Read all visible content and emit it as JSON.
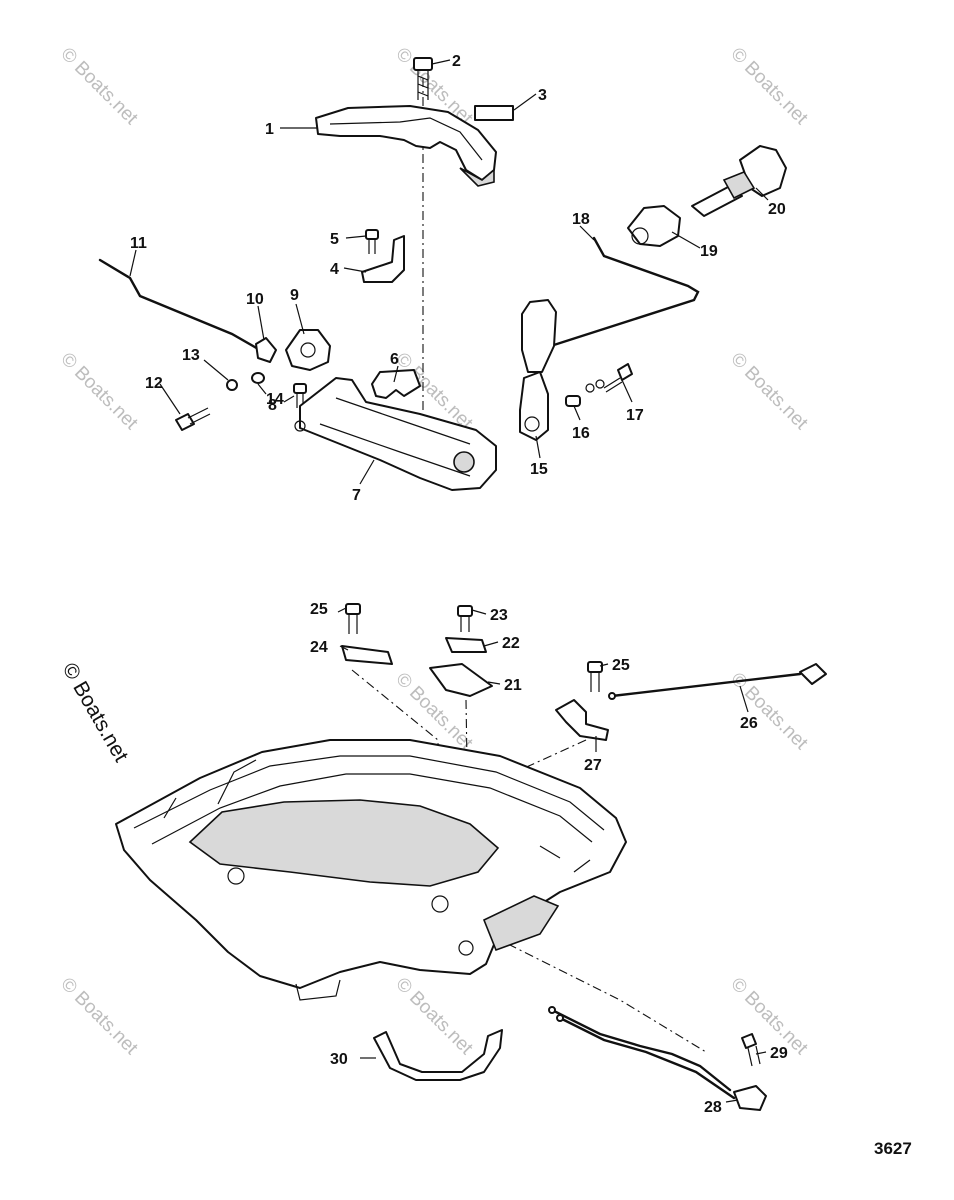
{
  "watermark": {
    "text": "© Boats.net",
    "color": "#bdbdbd",
    "side_color": "#111111"
  },
  "figure_number": "3627",
  "callouts": {
    "c1": "1",
    "c2": "2",
    "c3": "3",
    "c4": "4",
    "c5": "5",
    "c6": "6",
    "c7": "7",
    "c8": "8",
    "c9": "9",
    "c10": "10",
    "c11": "11",
    "c12": "12",
    "c13": "13",
    "c14": "14",
    "c15": "15",
    "c16": "16",
    "c17": "17",
    "c18": "18",
    "c19": "19",
    "c20": "20",
    "c21": "21",
    "c22": "22",
    "c23": "23",
    "c24": "24",
    "c25a": "25",
    "c25b": "25",
    "c26": "26",
    "c27": "27",
    "c28": "28",
    "c29": "29",
    "c30": "30"
  }
}
